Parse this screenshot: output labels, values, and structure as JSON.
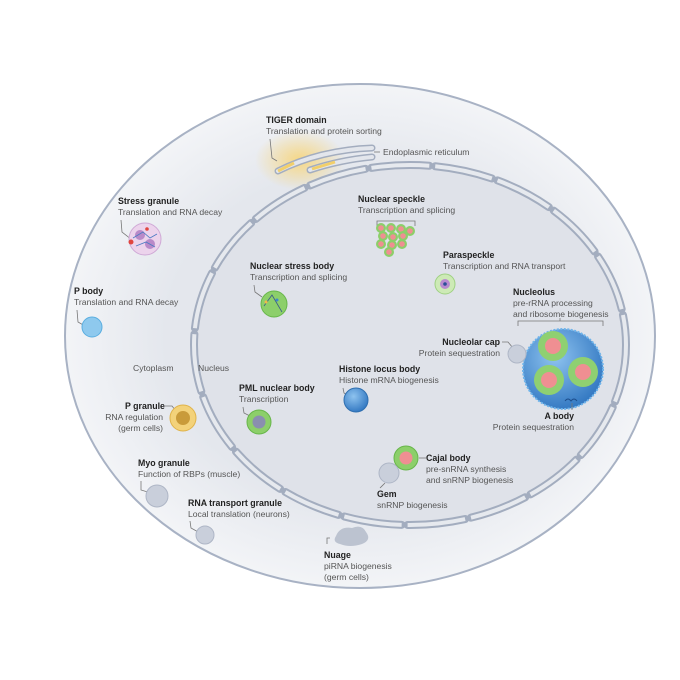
{
  "regions": {
    "cytoplasm": "Cytoplasm",
    "nucleus": "Nucleus"
  },
  "organelles": {
    "er": "Endoplasmic reticulum"
  },
  "bodies": {
    "tiger": {
      "name": "TIGER domain",
      "function": [
        "Translation and protein sorting"
      ]
    },
    "stress_granule": {
      "name": "Stress granule",
      "function": [
        "Translation and RNA decay"
      ]
    },
    "p_body": {
      "name": "P body",
      "function": [
        "Translation and RNA decay"
      ]
    },
    "p_granule": {
      "name": "P granule",
      "function": [
        "RNA regulation",
        "(germ cells)"
      ]
    },
    "myo_granule": {
      "name": "Myo granule",
      "function": [
        "Function of RBPs (muscle)"
      ]
    },
    "rna_transport": {
      "name": "RNA transport granule",
      "function": [
        "Local translation (neurons)"
      ]
    },
    "nuage": {
      "name": "Nuage",
      "function": [
        "piRNA biogenesis",
        "(germ cells)"
      ]
    },
    "nuclear_speckle": {
      "name": "Nuclear speckle",
      "function": [
        "Transcription and splicing"
      ]
    },
    "nuclear_stress_body": {
      "name": "Nuclear stress body",
      "function": [
        "Transcription and splicing"
      ]
    },
    "paraspeckle": {
      "name": "Paraspeckle",
      "function": [
        "Transcription and RNA transport"
      ]
    },
    "nucleolus": {
      "name": "Nucleolus",
      "function": [
        "pre-rRNA processing",
        "and ribosome biogenesis"
      ]
    },
    "nucleolar_cap": {
      "name": "Nucleolar cap",
      "function": [
        "Protein sequestration"
      ]
    },
    "a_body": {
      "name": "A body",
      "function": [
        "Protein sequestration"
      ]
    },
    "histone_locus": {
      "name": "Histone locus body",
      "function": [
        "Histone mRNA biogenesis"
      ]
    },
    "pml": {
      "name": "PML nuclear body",
      "function": [
        "Transcription"
      ]
    },
    "cajal": {
      "name": "Cajal body",
      "function": [
        "pre-snRNA synthesis",
        "and snRNP biogenesis"
      ]
    },
    "gem": {
      "name": "Gem",
      "function": [
        "snRNP biogenesis"
      ]
    }
  },
  "colors": {
    "cytoplasm": "#eceef2",
    "nucleus": "#e0e3ea",
    "membrane": "#9aa4b6",
    "green": "#8ccf6a",
    "pink": "#ef8f92",
    "blue": "#3f86cc",
    "gold": "#e6b94a"
  }
}
